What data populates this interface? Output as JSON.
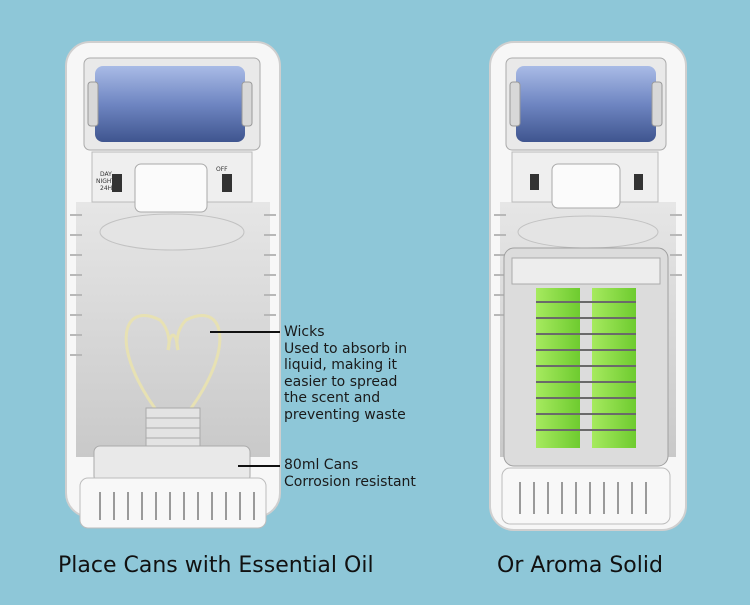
{
  "callouts": {
    "wicks": {
      "title": "Wicks",
      "lines": [
        "Used to absorb in",
        "liquid, making it",
        "easier to spread",
        "the scent and",
        "preventing waste"
      ]
    },
    "cans": {
      "lines": [
        "80ml Cans",
        "Corrosion resistant"
      ]
    }
  },
  "captions": {
    "left": "Place Cans with Essential Oil",
    "right": "Or Aroma Solid"
  },
  "switch_labels": {
    "left_switch": [
      "DAY",
      "NIGHT",
      "24H"
    ],
    "right_switch": "OFF"
  },
  "colors": {
    "background": "#8ec7d8",
    "battery": "#6f86c2",
    "aroma_solid": "#8edd46",
    "housing": "#f2f2f2"
  }
}
